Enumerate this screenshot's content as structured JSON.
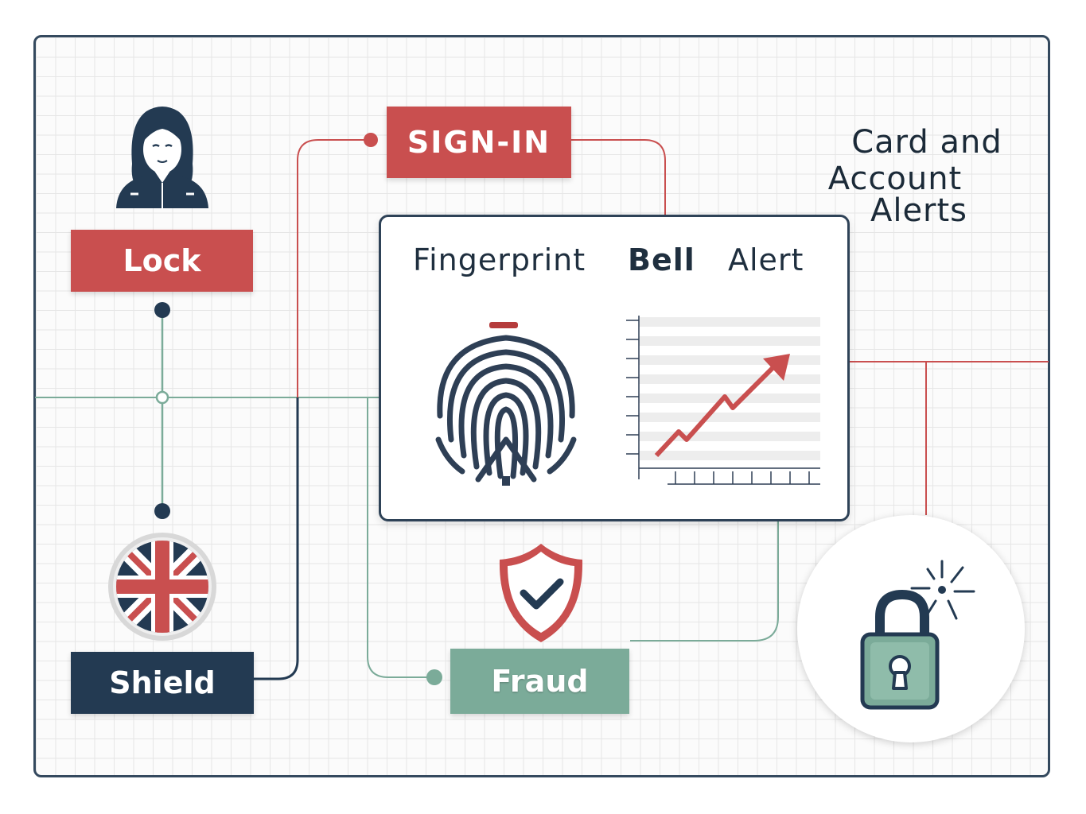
{
  "labels": {
    "lock": "Lock",
    "signin": "SIGN-IN",
    "shield": "Shield",
    "fraud": "Fraud"
  },
  "title": {
    "line1": "Card and",
    "line2": "Account",
    "line3": "Alerts"
  },
  "panel": {
    "tab_fingerprint": "Fingerprint",
    "tab_bell": "Bell",
    "tab_alert": "Alert"
  },
  "icons": [
    "person-avatar-icon",
    "union-jack-flag-icon",
    "fingerprint-icon",
    "rising-chart-icon",
    "check-shield-icon",
    "padlock-icon"
  ],
  "colors": {
    "red": "#c94f4f",
    "navy": "#233a52",
    "green": "#7bab99",
    "grid": "#e6e6e6"
  }
}
